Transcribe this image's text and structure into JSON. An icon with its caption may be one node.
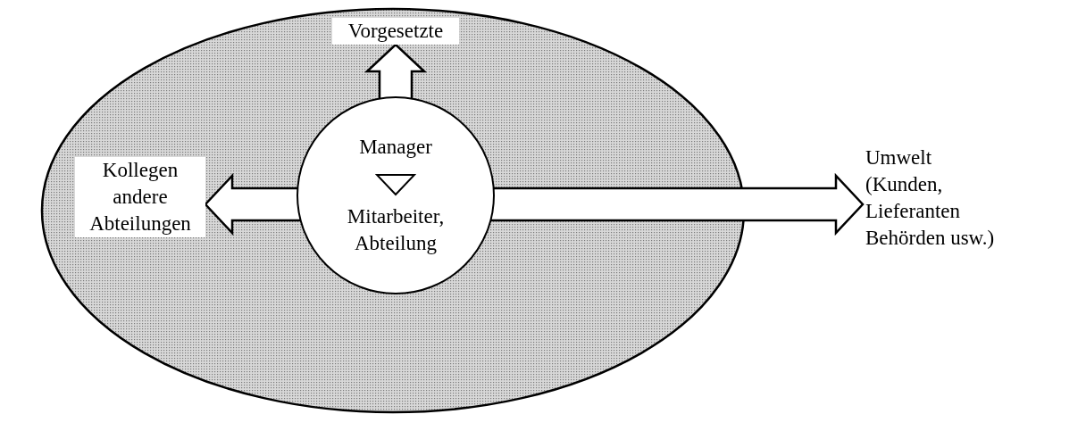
{
  "diagram": {
    "nodes": [
      {
        "text": [],
        "shape": "ellipse"
      },
      {
        "text": [
          "Vorgesetzte"
        ],
        "in": 0
      },
      {
        "text": [
          "Manager",
          "Mitarbeiter, Abteilung"
        ],
        "in": 0
      },
      {
        "text": [
          "Kollegen andere Abteilungen"
        ],
        "in": 0
      },
      {
        "text": [
          "Umwelt (Kunden, Lieferanten Behörden usw.)"
        ]
      }
    ],
    "edges": [
      {
        "from": 2,
        "to": 1,
        "arrow": "to"
      },
      {
        "from": 2,
        "to": 3,
        "arrow": "to"
      },
      {
        "from": 2,
        "to": 4,
        "arrow": "to"
      }
    ]
  }
}
